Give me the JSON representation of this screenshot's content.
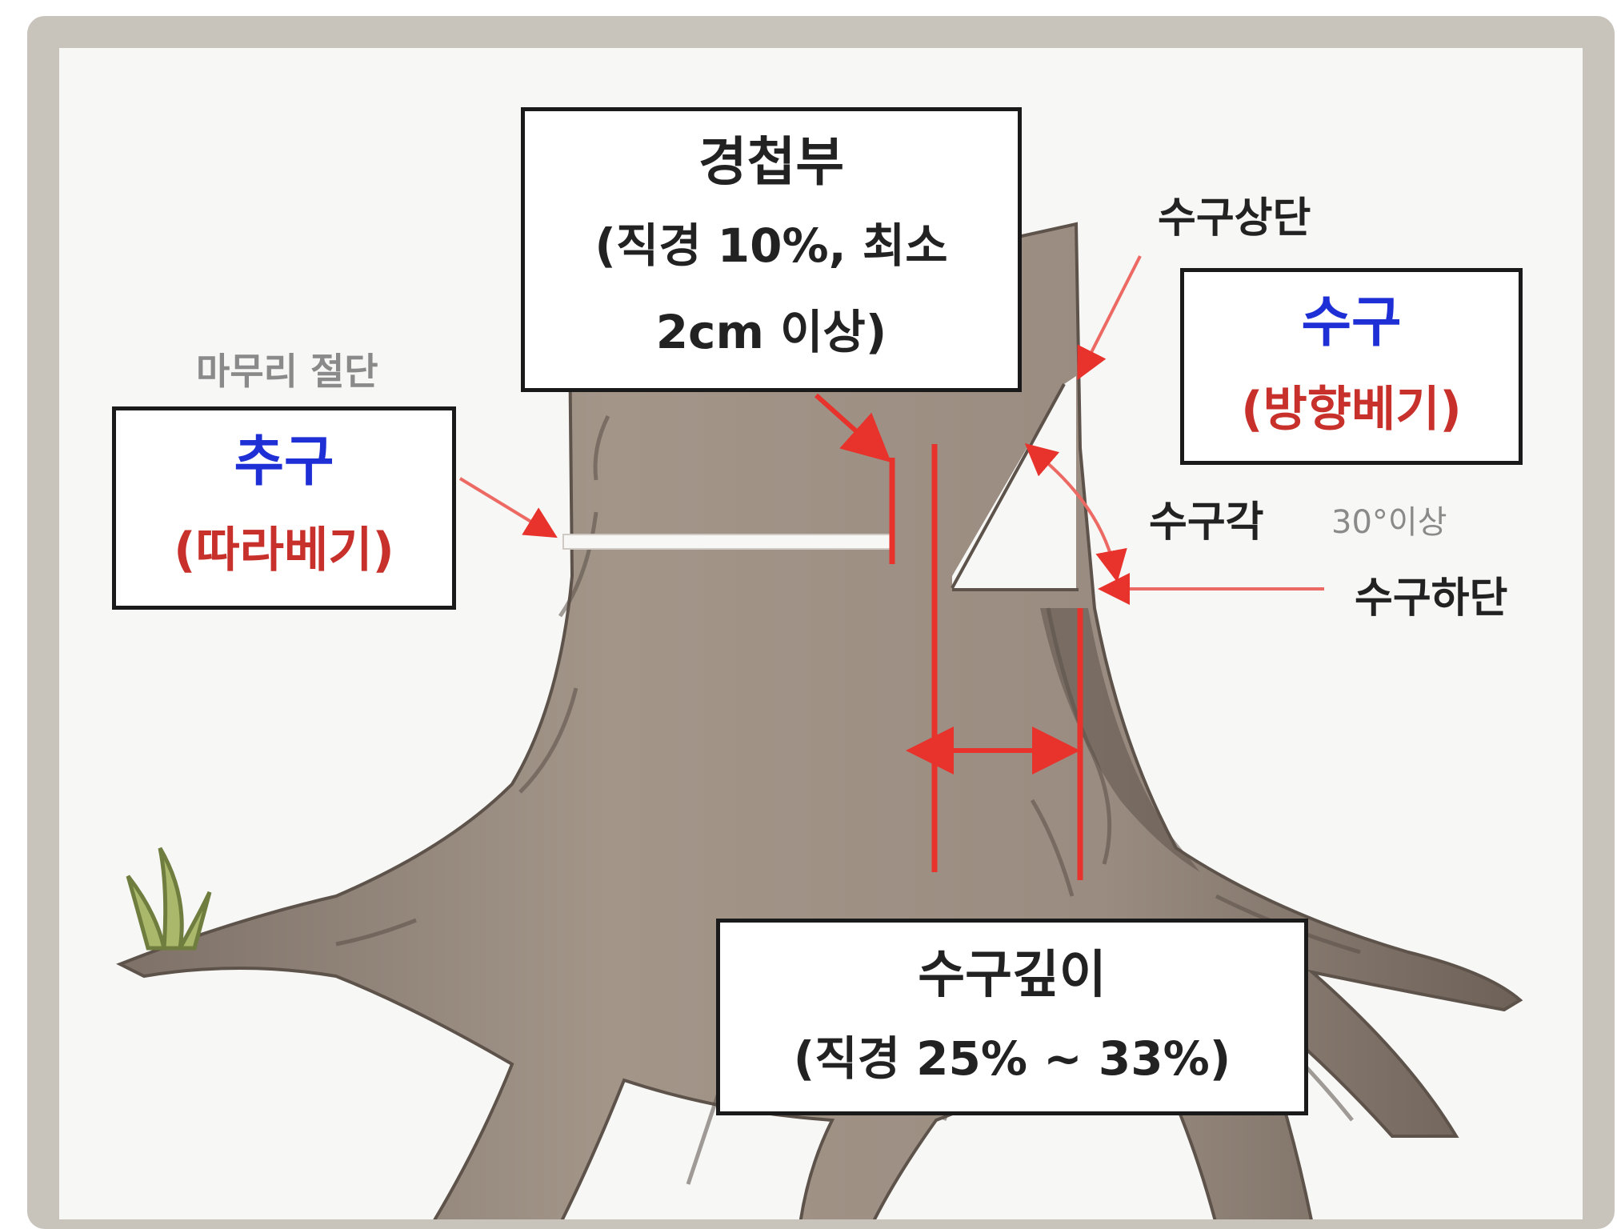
{
  "labels": {
    "gyeongcheop": {
      "title": "경첩부",
      "line2": "(직경 10%, 최소",
      "line3": "2cm 이상)"
    },
    "chugu": {
      "caption": "마무리 절단",
      "title": "추구",
      "subtitle": "(따라베기)"
    },
    "sugu": {
      "title": "수구",
      "subtitle": "(방향베기)"
    },
    "sugu_top": "수구상단",
    "sugu_angle": "수구각",
    "sugu_angle_value": "30°이상",
    "sugu_bottom": "수구하단",
    "depth": {
      "title": "수구깊이",
      "subtitle": "(직경 25% ~ 33%)"
    }
  },
  "colors": {
    "frame": "#c8c4bb",
    "trunk": "#9b8e81",
    "trunk_dark": "#6e6259",
    "annotation_red": "#e8322c",
    "title_blue": "#1f2fd6",
    "subtitle_red": "#c8312b"
  },
  "icons": [
    "arrow-icon",
    "double-arrow-icon",
    "angle-arc-icon",
    "grass-icon"
  ]
}
